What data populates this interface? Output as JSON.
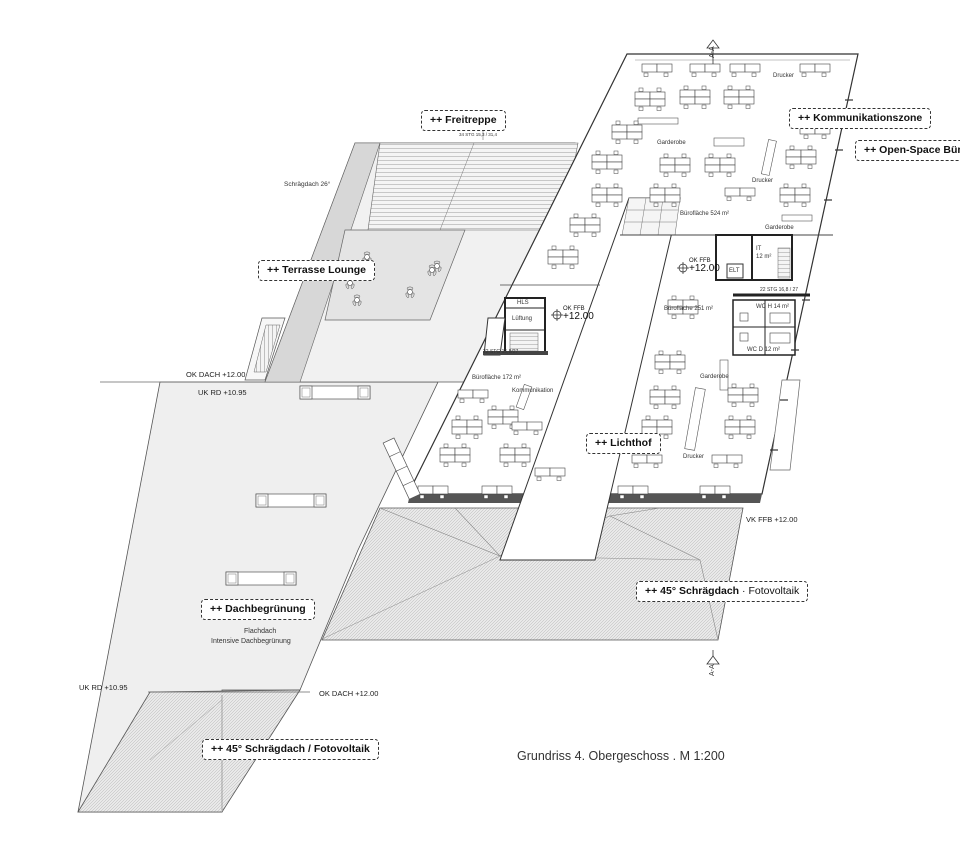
{
  "callouts": {
    "freitreppe": "++ Freitreppe",
    "kommunikationszone": "++ Kommunikationszone",
    "open_space": "++ Open-Space Büro",
    "terrasse": "++ Terrasse Lounge",
    "lichthof": "++ Lichthof",
    "schraegdach_main": "++ 45° Schrägdach",
    "fotovoltaik_main": "Fotovoltaik",
    "dachbegruenung": "++ Dachbegrünung",
    "schraegdach_bottom": "++ 45° Schrägdach / Fotovoltaik"
  },
  "labels": {
    "schraegdach26": "Schrägdach 26°",
    "stair_top": "34 STG 15,3 / 31,4",
    "drucker1": "Drucker",
    "drucker2": "Drucker",
    "drucker3": "Drucker",
    "garderobe1": "Garderobe",
    "garderobe2": "Garderobe",
    "garderobe3": "Garderobe",
    "bueroflaeche524": "Bürofläche 524 m²",
    "bueroflaeche251": "Bürofläche 251 m²",
    "bueroflaeche172": "Bürofläche 172 m²",
    "kommunikation": "Kommunikation",
    "hls": "HLS",
    "lueftung": "Lüftung",
    "it": "IT",
    "it_area": "12 m²",
    "elt": "ELT",
    "wc_h": "WC H 14 m²",
    "wc_d": "WC D 12 m²",
    "stg_right": "22 STG 16,8 / 27",
    "stg_left": "22 STG 15,8/27",
    "flachdach": "Flachdach",
    "intensive": "Intensive Dachbegrünung"
  },
  "levels": {
    "ok_dach_1": "OK DACH +12.00",
    "uk_rd_1": "UK RD +10.95",
    "uk_rd_2": "UK RD +10.95",
    "ok_dach_2": "OK DACH +12.00",
    "vk_ffb": "VK FFB +12.00",
    "ok_ffb_1_small": "OK FFB",
    "ok_ffb_1_big": "+12.00",
    "ok_ffb_2_small": "OK FFB",
    "ok_ffb_2_big": "+12.00"
  },
  "section_marks": {
    "top": "A-A",
    "bottom": "A-A"
  },
  "caption": "Grundriss 4. Obergeschoss . M 1:200"
}
